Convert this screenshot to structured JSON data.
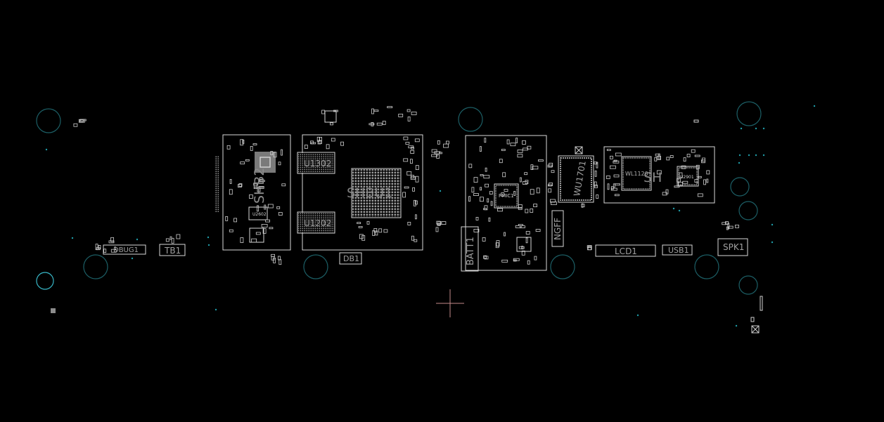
{
  "colors": {
    "background": "#000000",
    "outline": "#d8d8d8",
    "dim_outline": "#8a8a8a",
    "mounting_hole": "#1c5f66",
    "highlight_hole": "#38b8c8",
    "crosshair": "#c48a8a",
    "via": "#1e9aa6"
  },
  "labels": {
    "u1302": "U1302",
    "u1202": "U1202",
    "shb_u1": "SHBU1",
    "shb2": "SHB2",
    "u2602": "U2602",
    "db1": "DB1",
    "dbug1": "DBUG1",
    "tb1": "TB1",
    "batt1": "BATT1",
    "pmic": "PMIC1",
    "wu1701": "WU1701",
    "ngff": "NGFF",
    "wl1120": "WL1120",
    "sh": "SH",
    "u2901": "U2901",
    "lcd1": "LCD1",
    "usb1": "USB1",
    "spk1": "SPK1"
  },
  "icons": {
    "mounting_hole": "circle-outline",
    "cursor": "crosshair"
  }
}
